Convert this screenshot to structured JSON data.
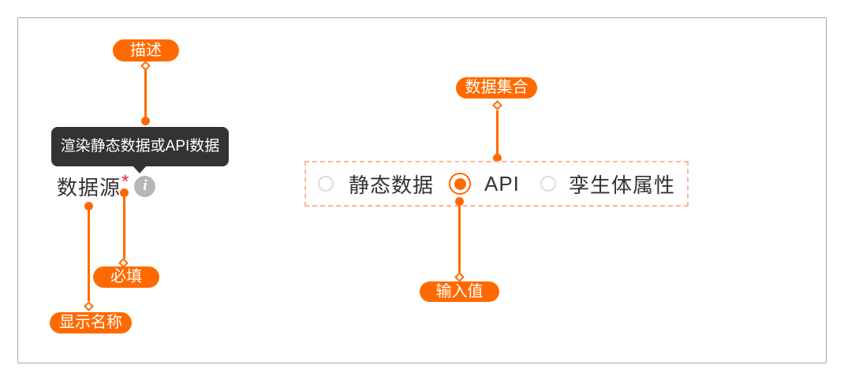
{
  "colors": {
    "accent_orange": "#FF6A00",
    "dashed_border": "#FFB29B",
    "tooltip_bg": "#333333",
    "text_dark": "#333333",
    "radio_ring_gray": "#DCDCDC",
    "info_icon_gray": "#B7B7B7",
    "required_red": "#F5222D",
    "frame_border": "#A9A9A9"
  },
  "callouts": {
    "describe": "描述",
    "required": "必填",
    "display_name": "显示名称",
    "data_set": "数据集合",
    "input_value": "输入值"
  },
  "tooltip": {
    "text": "渲染静态数据或API数据"
  },
  "field": {
    "label": "数据源",
    "required_marker": "*",
    "info_icon_glyph": "i"
  },
  "radio_group": {
    "options": [
      {
        "label": "静态数据",
        "selected": false
      },
      {
        "label": "API",
        "selected": true
      },
      {
        "label": "孪生体属性",
        "selected": false
      }
    ]
  }
}
